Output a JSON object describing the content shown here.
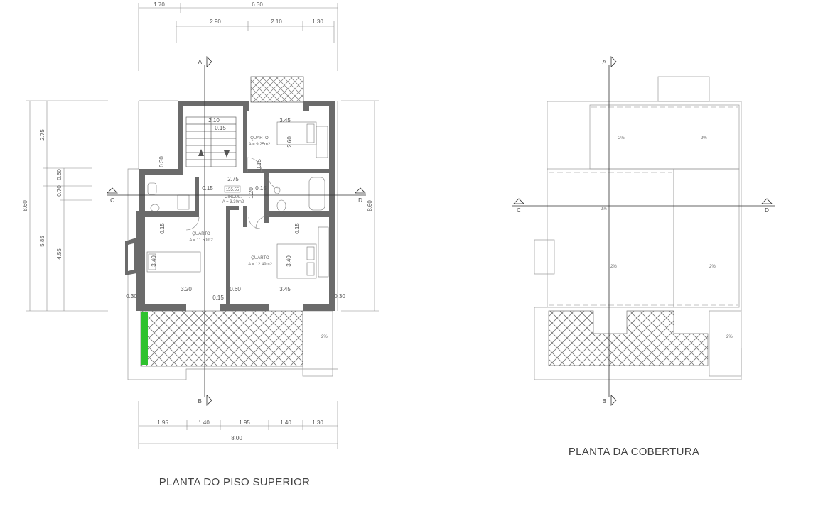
{
  "titles": {
    "upper_floor": "PLANTA DO PISO SUPERIOR",
    "roof": "PLANTA DA COBERTURA"
  },
  "sections": {
    "a": "A",
    "b": "B",
    "c": "C",
    "d": "D"
  },
  "dims": {
    "top_outer_left": "1.70",
    "top_outer_total": "6.30",
    "top_inner_1": "2.90",
    "top_inner_2": "2.10",
    "top_inner_3": "1.30",
    "left_1": "2.75",
    "left_2": "0.70",
    "left_3": "0.60",
    "left_total": "8.60",
    "left_4": "5.85",
    "left_5": "4.55",
    "right_total": "8.60",
    "bottom_1": "1.95",
    "bottom_2": "1.40",
    "bottom_3": "1.95",
    "bottom_4": "1.40",
    "bottom_5": "1.30",
    "bottom_total": "8.00"
  },
  "rooms": {
    "quarto_1_name": "QUARTO",
    "quarto_1_area": "A = 9.25m2",
    "quarto_2_name": "QUARTO",
    "quarto_2_area": "A = 11.50m2",
    "quarto_3_name": "QUARTO",
    "quarto_3_area": "A = 12.49m2",
    "circ_name": "CIRCUL.",
    "circ_area": "A = 3.30m2",
    "level": "155.55"
  },
  "inner_dims": {
    "stair_w": "2.10",
    "q1_w": "3.45",
    "q1_h": "2.60",
    "circ_w": "2.75",
    "t015_a": "0.15",
    "t015_b": "0.15",
    "t015_c": "0.15",
    "t015_d": "0.15",
    "t015_e": "0.15",
    "t015_f": "0.15",
    "t015_g": "0.15",
    "t030_a": "0.30",
    "t030_b": "0.30",
    "t030_c": "0.30",
    "q2_h": "3.40",
    "q2_w": "3.20",
    "q3_h": "3.40",
    "q3_w": "3.45",
    "w060": "0.60",
    "w120": "1.20"
  },
  "slopes": {
    "s1": "2%",
    "s2": "2%",
    "s3": "2%",
    "s4": "2%",
    "s5": "2%",
    "s6": "2%",
    "s7": "2%"
  }
}
